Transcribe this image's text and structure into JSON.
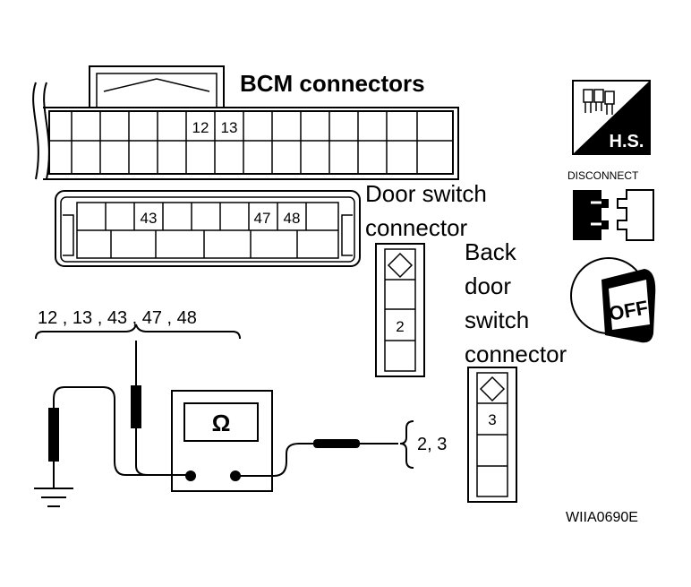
{
  "bcm": {
    "title": "BCM connectors",
    "upper_pins": [
      "12",
      "13"
    ],
    "lower_pins": [
      "43",
      "47",
      "48"
    ]
  },
  "door_switch": {
    "title_line1": "Door switch",
    "title_line2": "connector",
    "pin": "2"
  },
  "back_door_switch": {
    "title_line1": "Back",
    "title_line2": "door",
    "title_line3": "switch",
    "title_line4": "connector",
    "pin": "3"
  },
  "meter": {
    "symbol": "Ω",
    "bcm_terminals": "12 , 13 , 43 , 47 , 48",
    "switch_terminals": "2, 3"
  },
  "icons": {
    "harness_side": "H.S.",
    "disconnect": "DISCONNECT",
    "ignition": "OFF"
  },
  "figure_code": "WIIA0690E"
}
